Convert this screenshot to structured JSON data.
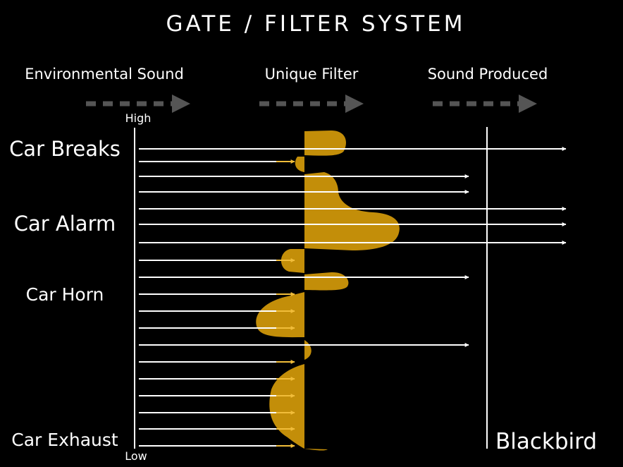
{
  "title": "GATE / FILTER SYSTEM",
  "stages": [
    "Environmental Sound",
    "Unique Filter",
    "Sound Produced"
  ],
  "axis": {
    "high_label": "High",
    "low_label": "Low"
  },
  "sources": [
    "Car Breaks",
    "Car Alarm",
    "Car Horn",
    "Car Exhaust"
  ],
  "output_label": "Blackbird",
  "colors": {
    "background": "#000000",
    "text": "#ffffff",
    "filter": "#d49a0a",
    "stage_arrow": "#555555"
  },
  "signals": [
    {
      "index": 1,
      "passes_filter": true,
      "reaches": "beyond-output"
    },
    {
      "index": 2,
      "passes_filter": false
    },
    {
      "index": 3,
      "passes_filter": true,
      "reaches": "before-output"
    },
    {
      "index": 4,
      "passes_filter": true,
      "reaches": "before-output"
    },
    {
      "index": 5,
      "passes_filter": true,
      "reaches": "beyond-output"
    },
    {
      "index": 6,
      "passes_filter": true,
      "reaches": "beyond-output"
    },
    {
      "index": 7,
      "passes_filter": true,
      "reaches": "beyond-output"
    },
    {
      "index": 8,
      "passes_filter": false
    },
    {
      "index": 9,
      "passes_filter": true,
      "reaches": "before-output"
    },
    {
      "index": 10,
      "passes_filter": false
    },
    {
      "index": 11,
      "passes_filter": false
    },
    {
      "index": 12,
      "passes_filter": false
    },
    {
      "index": 13,
      "passes_filter": true,
      "reaches": "before-output"
    },
    {
      "index": 14,
      "passes_filter": false
    },
    {
      "index": 15,
      "passes_filter": false
    },
    {
      "index": 16,
      "passes_filter": false
    },
    {
      "index": 17,
      "passes_filter": false
    },
    {
      "index": 18,
      "passes_filter": false
    },
    {
      "index": 19,
      "passes_filter": false
    }
  ]
}
